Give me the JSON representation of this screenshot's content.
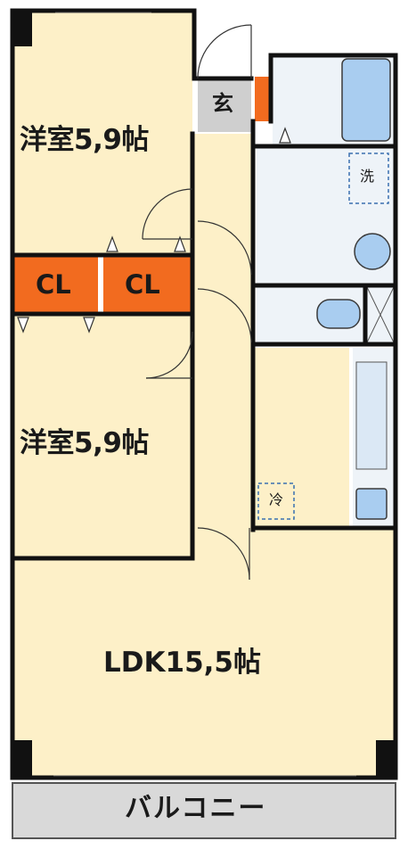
{
  "rooms": {
    "western_room_1": "洋室5,9帖",
    "western_room_2": "洋室5,9帖",
    "closet_1": "CL",
    "closet_2": "CL",
    "ldk": "LDK15,5帖",
    "entrance": "玄",
    "balcony": "バルコニー",
    "washer": "洗",
    "fridge": "冷"
  },
  "colors": {
    "room_fill": "#fdf0c8",
    "closet_fill": "#f26b1f",
    "wet_fill": "#eef3f8",
    "fixture_fill": "#a9cdf0",
    "wall": "#111111",
    "balcony_fill": "#d9d9d9",
    "entrance_fill": "#cfcfcf"
  }
}
